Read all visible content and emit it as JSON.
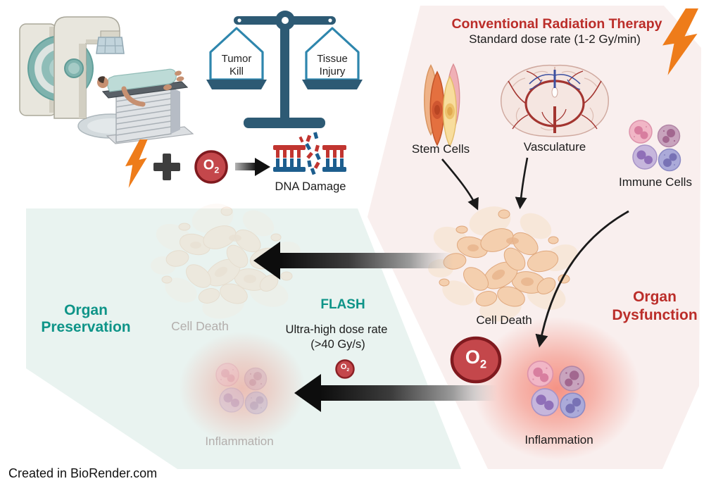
{
  "o2": {
    "base": "O",
    "sub": "2"
  },
  "top_left": {
    "scale": {
      "left_pan": "Tumor Kill",
      "right_pan": "Tissue Injury"
    },
    "equation": {
      "dna_label": "DNA Damage"
    }
  },
  "conventional": {
    "title": "Conventional Radiation Therapy",
    "subtitle": "Standard dose rate (1-2 Gy/min)",
    "stem_cells": "Stem Cells",
    "vasculature": "Vasculature",
    "immune_cells": "Immune Cells",
    "cell_death": "Cell Death",
    "organ_dysfunction": "Organ Dysfunction",
    "inflammation": "Inflammation"
  },
  "flash": {
    "title": "FLASH",
    "subtitle_line1": "Ultra-high dose rate",
    "subtitle_line2": "(>40 Gy/s)",
    "organ_preservation": "Organ Preservation",
    "cell_death": "Cell Death",
    "inflammation": "Inflammation"
  },
  "credit": "Created in BioRender.com",
  "colors": {
    "red_accent": "#bb2d29",
    "teal_accent": "#0e9488",
    "bolt_orange": "#ee7c1a",
    "o2_red": "#c4474b",
    "pink_panel": "#f9efee",
    "mint_panel": "#e9f3f0",
    "scale_blue": "#2d5a74",
    "pan_blue": "#2e86ad"
  }
}
